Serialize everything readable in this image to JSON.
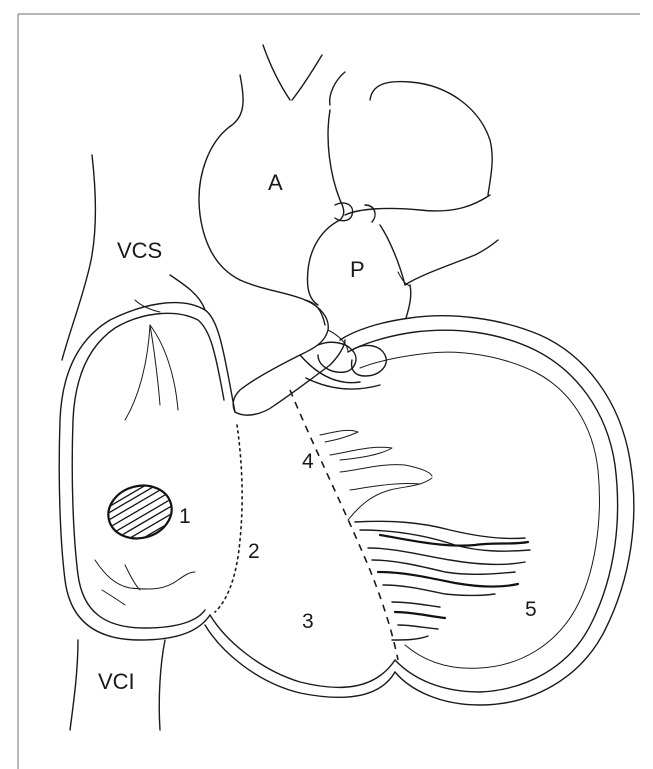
{
  "labels": {
    "aorta": "A",
    "pulmonary": "P",
    "superior_vena_cava": "VCS",
    "inferior_vena_cava": "VCI",
    "region_1": "1",
    "region_2": "2",
    "region_3": "3",
    "region_4": "4",
    "region_5": "5"
  }
}
